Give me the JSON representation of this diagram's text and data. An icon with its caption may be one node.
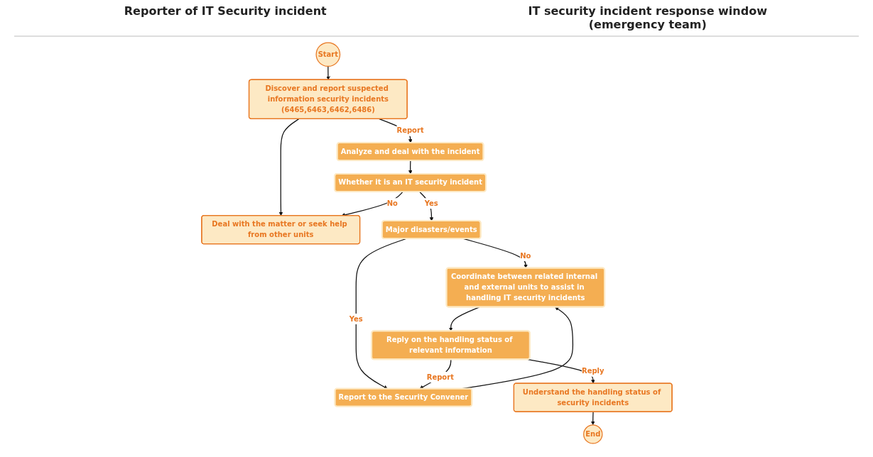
{
  "diagram": {
    "nodes": [
      {
        "text": [
          "Start"
        ]
      },
      {
        "text": [
          "Discover and report suspected information security incidents",
          "(6465,6463,6462,6486)"
        ]
      },
      {
        "text": [
          "Deal with the matter or seek help from other units"
        ]
      },
      {
        "text": [
          "Analyze and deal with the incident"
        ]
      },
      {
        "text": [
          "Whether it is an IT security incident"
        ]
      },
      {
        "text": [
          "Major disasters/events"
        ]
      },
      {
        "text": [
          "Coordinate between related internal and external units to assist in handling IT security incidents"
        ]
      },
      {
        "text": [
          "Report to the Security Convener"
        ]
      },
      {
        "text": [
          "Reply on the handling status of relevant information"
        ]
      },
      {
        "text": [
          "Understand the handling status of security incidents"
        ]
      },
      {
        "text": [
          "End"
        ]
      }
    ],
    "edges": [
      {
        "from": 0,
        "to": 1,
        "arrow": "to"
      },
      {
        "from": 1,
        "to": 3,
        "arrow": "to",
        "label": "Report"
      },
      {
        "from": 1,
        "to": 2,
        "arrow": "to"
      },
      {
        "from": 3,
        "to": 4,
        "arrow": "to"
      },
      {
        "from": 4,
        "to": 2,
        "arrow": "to",
        "label": "No"
      },
      {
        "from": 4,
        "to": 5,
        "arrow": "to",
        "label": "Yes"
      },
      {
        "from": 5,
        "to": 6,
        "arrow": "to",
        "label": "No"
      },
      {
        "from": 5,
        "to": 7,
        "arrow": "to",
        "label": "Yes"
      },
      {
        "from": 7,
        "to": 6,
        "arrow": "to"
      },
      {
        "from": 6,
        "to": 8,
        "arrow": "to"
      },
      {
        "from": 8,
        "to": 9,
        "arrow": "to",
        "label": "Reply"
      },
      {
        "from": 8,
        "to": 7,
        "arrow": "to",
        "label": "Report"
      },
      {
        "from": 9,
        "to": 10,
        "arrow": "to"
      }
    ],
    "labels": [
      "Reporter of IT Security incident",
      "IT security incident response window (emergency team)"
    ]
  }
}
